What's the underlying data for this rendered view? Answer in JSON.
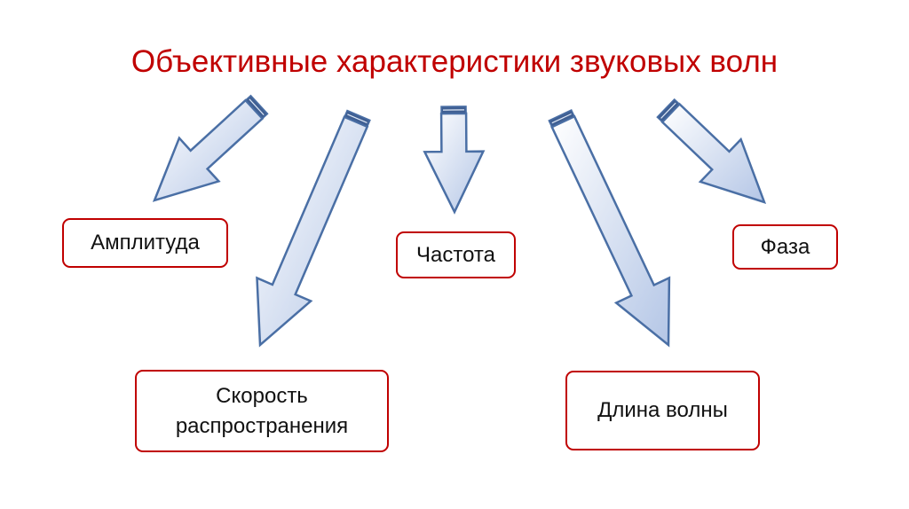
{
  "title": "Объективные характеристики звуковых волн",
  "boxes": {
    "amplitude": "Амплитуда",
    "speed_line1": "Скорость",
    "speed_line2": "распространения",
    "frequency": "Частота",
    "wavelength": "Длина волны",
    "phase": "Фаза"
  },
  "colors": {
    "title": "#c00000",
    "box_border": "#c00000",
    "arrow_stroke": "#4a6fa5",
    "arrow_fill": "#b9c9e6"
  }
}
